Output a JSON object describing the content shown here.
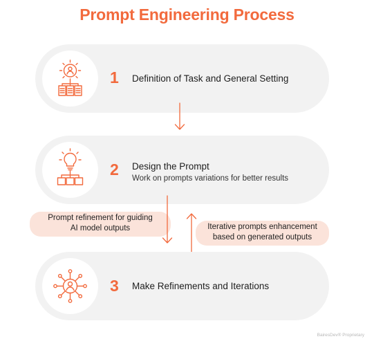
{
  "title": "Prompt Engineering Process",
  "steps": [
    {
      "number": "1",
      "label": "Definition of Task and General Setting",
      "icon": "gear-person-documents-icon"
    },
    {
      "number": "2",
      "label": "Design the Prompt",
      "sublabel": "Work on prompts variations for better results",
      "icon": "lightbulb-hierarchy-icon"
    },
    {
      "number": "3",
      "label": "Make Refinements and Iterations",
      "icon": "person-network-icon"
    }
  ],
  "notes": {
    "left": {
      "line1": "Prompt refinement for guiding",
      "line2": "AI model outputs"
    },
    "right": {
      "line1": "Iterative prompts enhancement",
      "line2": "based on generated outputs"
    }
  },
  "watermark": "BairesDev® Proprietary",
  "colors": {
    "accent": "#f26a3d",
    "card": "#f2f2f2",
    "note": "#fbe3da"
  }
}
